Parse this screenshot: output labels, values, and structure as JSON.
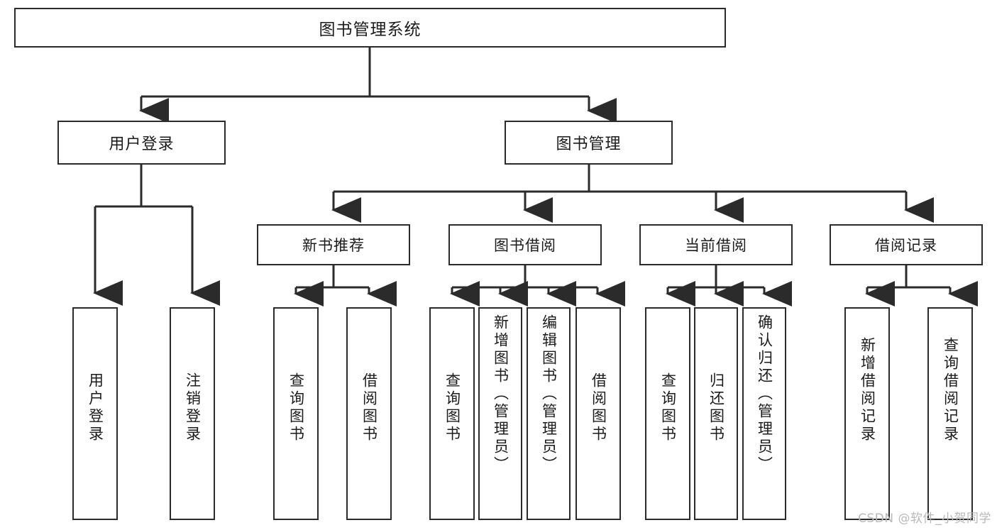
{
  "diagram": {
    "title": "图书管理系统",
    "type": "tree-hierarchy-diagram",
    "box_border_color": "#2b2b2b",
    "box_fill_color": "#ffffff",
    "connector_color": "#2b2b2b",
    "background_color": "#ffffff"
  },
  "root": {
    "label": "图书管理系统"
  },
  "level1": [
    {
      "label": "用户登录"
    },
    {
      "label": "图书管理"
    }
  ],
  "level2": [
    {
      "label": "新书推荐"
    },
    {
      "label": "图书借阅"
    },
    {
      "label": "当前借阅"
    },
    {
      "label": "借阅记录"
    }
  ],
  "leaves": {
    "user_login": [
      {
        "label": "用户登录"
      },
      {
        "label": "注销登录"
      }
    ],
    "new_book_recommend": [
      {
        "label": "查询图书"
      },
      {
        "label": "借阅图书"
      }
    ],
    "book_borrow": [
      {
        "label": "查询图书"
      },
      {
        "label": "新增图书（管理员）"
      },
      {
        "label": "编辑图书（管理员）"
      },
      {
        "label": "借阅图书"
      }
    ],
    "current_borrow": [
      {
        "label": "查询图书"
      },
      {
        "label": "归还图书"
      },
      {
        "label": "确认归还（管理员）"
      }
    ],
    "borrow_record": [
      {
        "label": "新增借阅记录"
      },
      {
        "label": "查询借阅记录"
      }
    ]
  },
  "watermark": {
    "text": "CSDN @软件_小贺同学"
  }
}
